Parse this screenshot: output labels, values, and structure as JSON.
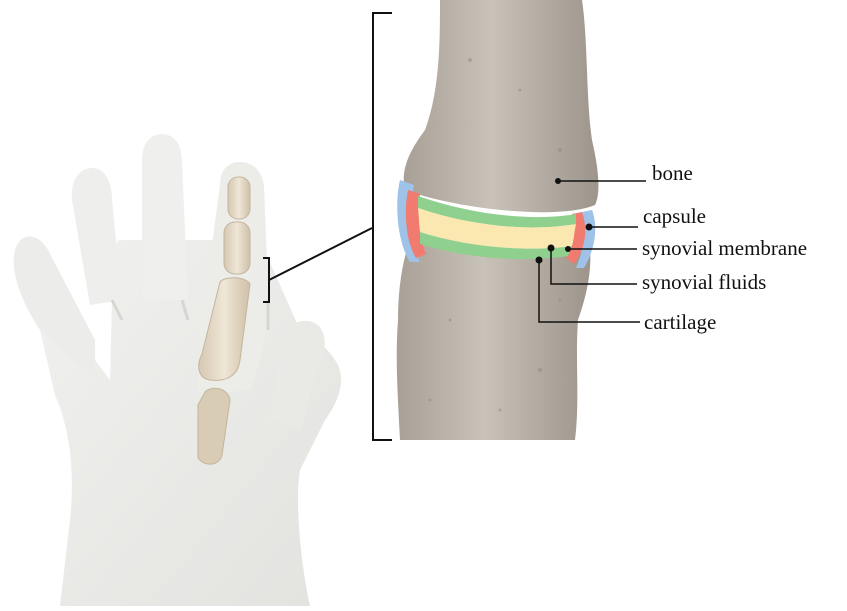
{
  "labels": {
    "bone": "bone",
    "capsule": "capsule",
    "synovial_membrane": "synovial membrane",
    "synovial_fluids": "synovial fluids",
    "cartilage": "cartilage"
  },
  "colors": {
    "background": "#ffffff",
    "hand": "#ededeb",
    "hand_shadow": "#d9d9d6",
    "finger_bone": "#e6dccb",
    "joint_bone": "#b8b0a6",
    "cartilage": "#8fd08f",
    "synovial_fluid": "#fbe7b0",
    "synovial_membrane": "#f07b6e",
    "capsule": "#9fc2e8",
    "leader_line": "#111111"
  }
}
